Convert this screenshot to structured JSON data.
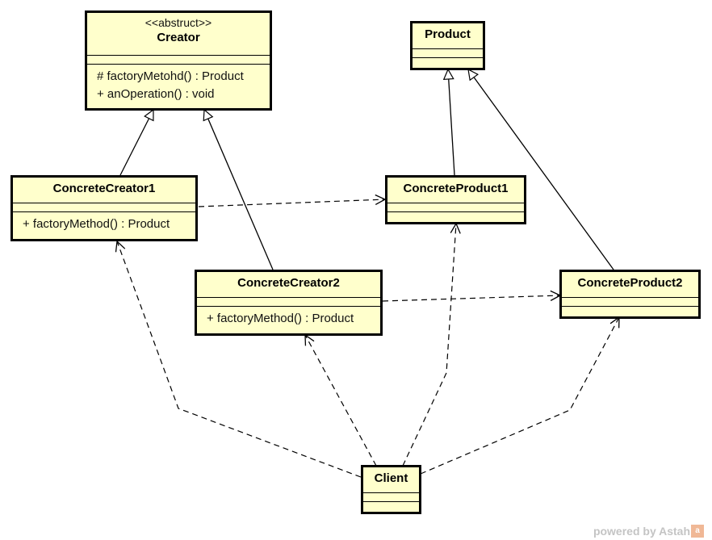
{
  "diagram": {
    "type": "UML class diagram",
    "pattern": "Factory Method",
    "classes": {
      "creator": {
        "stereotype": "<<abstruct>>",
        "name": "Creator",
        "operations": [
          "# factoryMetohd() : Product",
          "+ anOperation() : void"
        ]
      },
      "product": {
        "name": "Product",
        "operations": []
      },
      "concrete_creator1": {
        "name": "ConcreteCreator1",
        "operations": [
          "+ factoryMethod() : Product"
        ]
      },
      "concrete_creator2": {
        "name": "ConcreteCreator2",
        "operations": [
          "+ factoryMethod() : Product"
        ]
      },
      "concrete_product1": {
        "name": "ConcreteProduct1",
        "operations": []
      },
      "concrete_product2": {
        "name": "ConcreteProduct2",
        "operations": []
      },
      "client": {
        "name": "Client",
        "operations": []
      }
    },
    "relationships": [
      {
        "type": "generalization",
        "from": "ConcreteCreator1",
        "to": "Creator"
      },
      {
        "type": "generalization",
        "from": "ConcreteCreator2",
        "to": "Creator"
      },
      {
        "type": "generalization",
        "from": "ConcreteProduct1",
        "to": "Product"
      },
      {
        "type": "generalization",
        "from": "ConcreteProduct2",
        "to": "Product"
      },
      {
        "type": "dependency",
        "from": "ConcreteCreator1",
        "to": "ConcreteProduct1"
      },
      {
        "type": "dependency",
        "from": "ConcreteCreator2",
        "to": "ConcreteProduct2"
      },
      {
        "type": "dependency",
        "from": "Client",
        "to": "ConcreteCreator1"
      },
      {
        "type": "dependency",
        "from": "Client",
        "to": "ConcreteCreator2"
      },
      {
        "type": "dependency",
        "from": "Client",
        "to": "ConcreteProduct1"
      },
      {
        "type": "dependency",
        "from": "Client",
        "to": "ConcreteProduct2"
      }
    ]
  },
  "watermark": {
    "text": "powered by Astah",
    "logo": "a"
  },
  "colors": {
    "class_fill": "#ffffcc",
    "border": "#000000",
    "watermark": "#c4c4c4"
  }
}
